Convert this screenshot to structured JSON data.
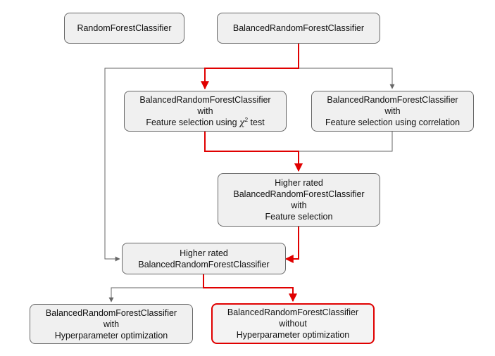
{
  "colors": {
    "highlight": "#e00000",
    "edge": "#666666",
    "node_fill": "#f0f0f0"
  },
  "nodes": {
    "rf": {
      "lines": [
        "RandomForestClassifier"
      ]
    },
    "brf": {
      "lines": [
        "BalancedRandomForestClassifier"
      ]
    },
    "chi2": {
      "line1": "BalancedRandomForestClassifier",
      "line2": "with",
      "line3_prefix": "Feature selection using ",
      "chi_symbol": "χ",
      "chi_sup": "2",
      "line3_suffix": " test"
    },
    "corr": {
      "lines": [
        "BalancedRandomForestClassifier",
        "with",
        "Feature selection using correlation"
      ]
    },
    "higher_fs": {
      "lines": [
        "Higher rated",
        "BalancedRandomForestClassifier",
        "with",
        "Feature selection"
      ]
    },
    "higher": {
      "lines": [
        "Higher rated",
        "BalancedRandomForestClassifier"
      ]
    },
    "with_hpo": {
      "lines": [
        "BalancedRandomForestClassifier",
        "with",
        "Hyperparameter optimization"
      ]
    },
    "without_hpo": {
      "lines": [
        "BalancedRandomForestClassifier",
        "without",
        "Hyperparameter optimization"
      ]
    }
  }
}
